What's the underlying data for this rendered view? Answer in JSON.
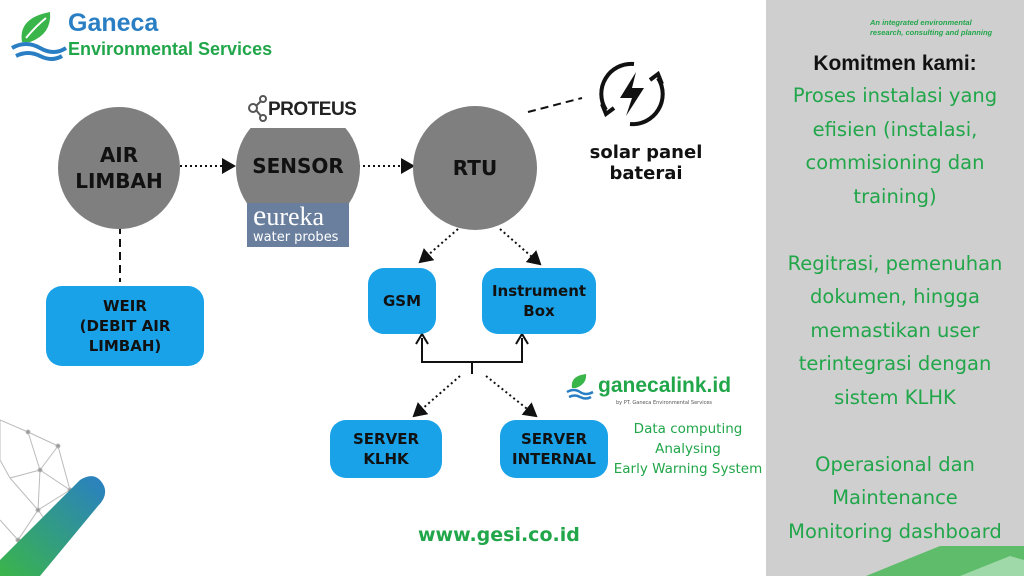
{
  "brand": {
    "name": "Ganeca",
    "subtitle": "Environmental Services"
  },
  "tagline": {
    "line1": "An integrated environmental",
    "line2": "research, consulting and planning"
  },
  "nodes": {
    "air_limbah": {
      "line1": "AIR",
      "line2": "LIMBAH"
    },
    "sensor": "SENSOR",
    "rtu": "RTU",
    "solar": {
      "line1": "solar panel",
      "line2": "baterai"
    },
    "weir": {
      "line1": "WEIR",
      "line2": "(DEBIT AIR",
      "line3": "LIMBAH)"
    },
    "gsm": "GSM",
    "instrument": {
      "line1": "Instrument",
      "line2": "Box"
    },
    "server_klhk": {
      "line1": "SERVER",
      "line2": "KLHK"
    },
    "server_internal": {
      "line1": "SERVER",
      "line2": "INTERNAL"
    }
  },
  "logos": {
    "proteus": "PROTEUS",
    "eureka": {
      "e": "e",
      "rest": "ureka",
      "sub": "water probes"
    },
    "ganecalink": {
      "name": "ganecalink.id",
      "by": "by PT. Ganeca Environmental Services"
    }
  },
  "data_functions": [
    "Data computing",
    "Analysing",
    "Early Warning System"
  ],
  "website": "www.gesi.co.id",
  "commitment": {
    "heading": "Komitmen kami:",
    "p1": [
      "Proses instalasi yang",
      "efisien (instalasi,",
      "commisioning dan",
      "training)"
    ],
    "p2": [
      "Regitrasi, pemenuhan",
      "dokumen, hingga",
      "memastikan user",
      "terintegrasi dengan",
      "sistem KLHK"
    ],
    "p3": [
      "Operasional dan",
      "Maintenance",
      "Monitoring dashboard"
    ]
  },
  "colors": {
    "green": "#21a64a",
    "blue_box": "#1aa2e8",
    "circle_gray": "#7f7f7f",
    "panel_gray": "#cfcfcf",
    "eureka_bg": "#6a7f9e"
  }
}
